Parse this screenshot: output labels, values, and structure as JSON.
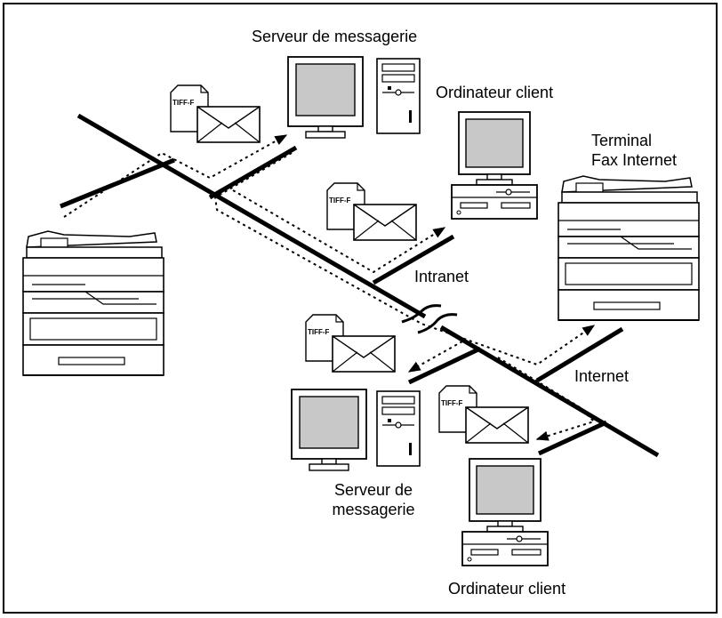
{
  "labels": {
    "mail_server_top": "Serveur de messagerie",
    "client_pc_top": "Ordinateur client",
    "fax_terminal_line1": "Terminal",
    "fax_terminal_line2": "Fax Internet",
    "intranet": "Intranet",
    "internet": "Internet",
    "mail_server_bottom_line1": "Serveur de",
    "mail_server_bottom_line2": "messagerie",
    "client_pc_bottom": "Ordinateur client"
  },
  "attachment_tag": "TIFF-F",
  "colors": {
    "line": "#000000",
    "screen": "#c8c8c8",
    "device_fill": "#ffffff"
  }
}
